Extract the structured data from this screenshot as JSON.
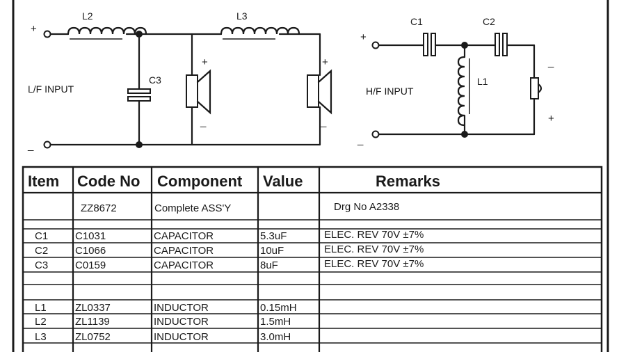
{
  "lf": {
    "input_label": "L/F INPUT",
    "plus": "+",
    "minus": "_",
    "l2": "L2",
    "l3": "L3",
    "c3": "C3",
    "spk1_plus": "+",
    "spk1_minus": "_",
    "spk2_plus": "+",
    "spk2_minus": "_"
  },
  "hf": {
    "input_label": "H/F INPUT",
    "plus": "+",
    "minus": "_",
    "c1": "C1",
    "c2": "C2",
    "l1": "L1",
    "spk_minus": "_",
    "spk_plus": "+"
  },
  "table": {
    "headers": [
      "Item",
      "Code No",
      "Component",
      "Value",
      "Remarks"
    ],
    "assembly": {
      "item": "",
      "code": "ZZ8672",
      "component": "Complete ASS'Y",
      "value": "",
      "remarks": "Drg No A2338"
    },
    "rows": [
      {
        "item": "C1",
        "code": "C1031",
        "component": "CAPACITOR",
        "value": "5.3uF",
        "remarks": "ELEC. REV 70V ±7%"
      },
      {
        "item": "C2",
        "code": "C1066",
        "component": "CAPACITOR",
        "value": "10uF",
        "remarks": "ELEC. REV 70V ±7%"
      },
      {
        "item": "C3",
        "code": "C0159",
        "component": "CAPACITOR",
        "value": "8uF",
        "remarks": "ELEC. REV 70V ±7%"
      },
      {
        "item": "",
        "code": "",
        "component": "",
        "value": "",
        "remarks": ""
      },
      {
        "item": "L1",
        "code": "ZL0337",
        "component": "INDUCTOR",
        "value": "0.15mH",
        "remarks": ""
      },
      {
        "item": "L2",
        "code": "ZL1139",
        "component": "INDUCTOR",
        "value": "1.5mH",
        "remarks": ""
      },
      {
        "item": "L3",
        "code": "ZL0752",
        "component": "INDUCTOR",
        "value": "3.0mH",
        "remarks": ""
      }
    ]
  }
}
